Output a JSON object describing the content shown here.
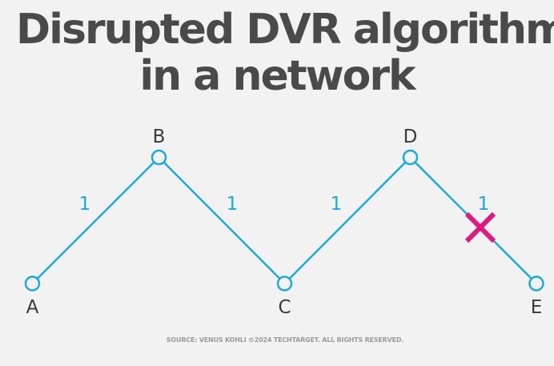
{
  "title": {
    "line1": "Disrupted DVR algorithm",
    "line2": "in a network"
  },
  "nodes": [
    {
      "id": "A",
      "label": "A"
    },
    {
      "id": "B",
      "label": "B"
    },
    {
      "id": "C",
      "label": "C"
    },
    {
      "id": "D",
      "label": "D"
    },
    {
      "id": "E",
      "label": "E"
    }
  ],
  "edges": [
    {
      "from": "A",
      "to": "B",
      "weight": "1"
    },
    {
      "from": "B",
      "to": "C",
      "weight": "1"
    },
    {
      "from": "C",
      "to": "D",
      "weight": "1"
    },
    {
      "from": "D",
      "to": "E",
      "weight": "1",
      "disrupted": true
    }
  ],
  "colors": {
    "link": "#17a8df",
    "break_mark": "#e0197e",
    "title": "#4a4a4a",
    "background": "#f2f2f2"
  },
  "footer": "SOURCE: VENUS KOHLI   ©2024 TECHTARGET. ALL RIGHTS RESERVED."
}
